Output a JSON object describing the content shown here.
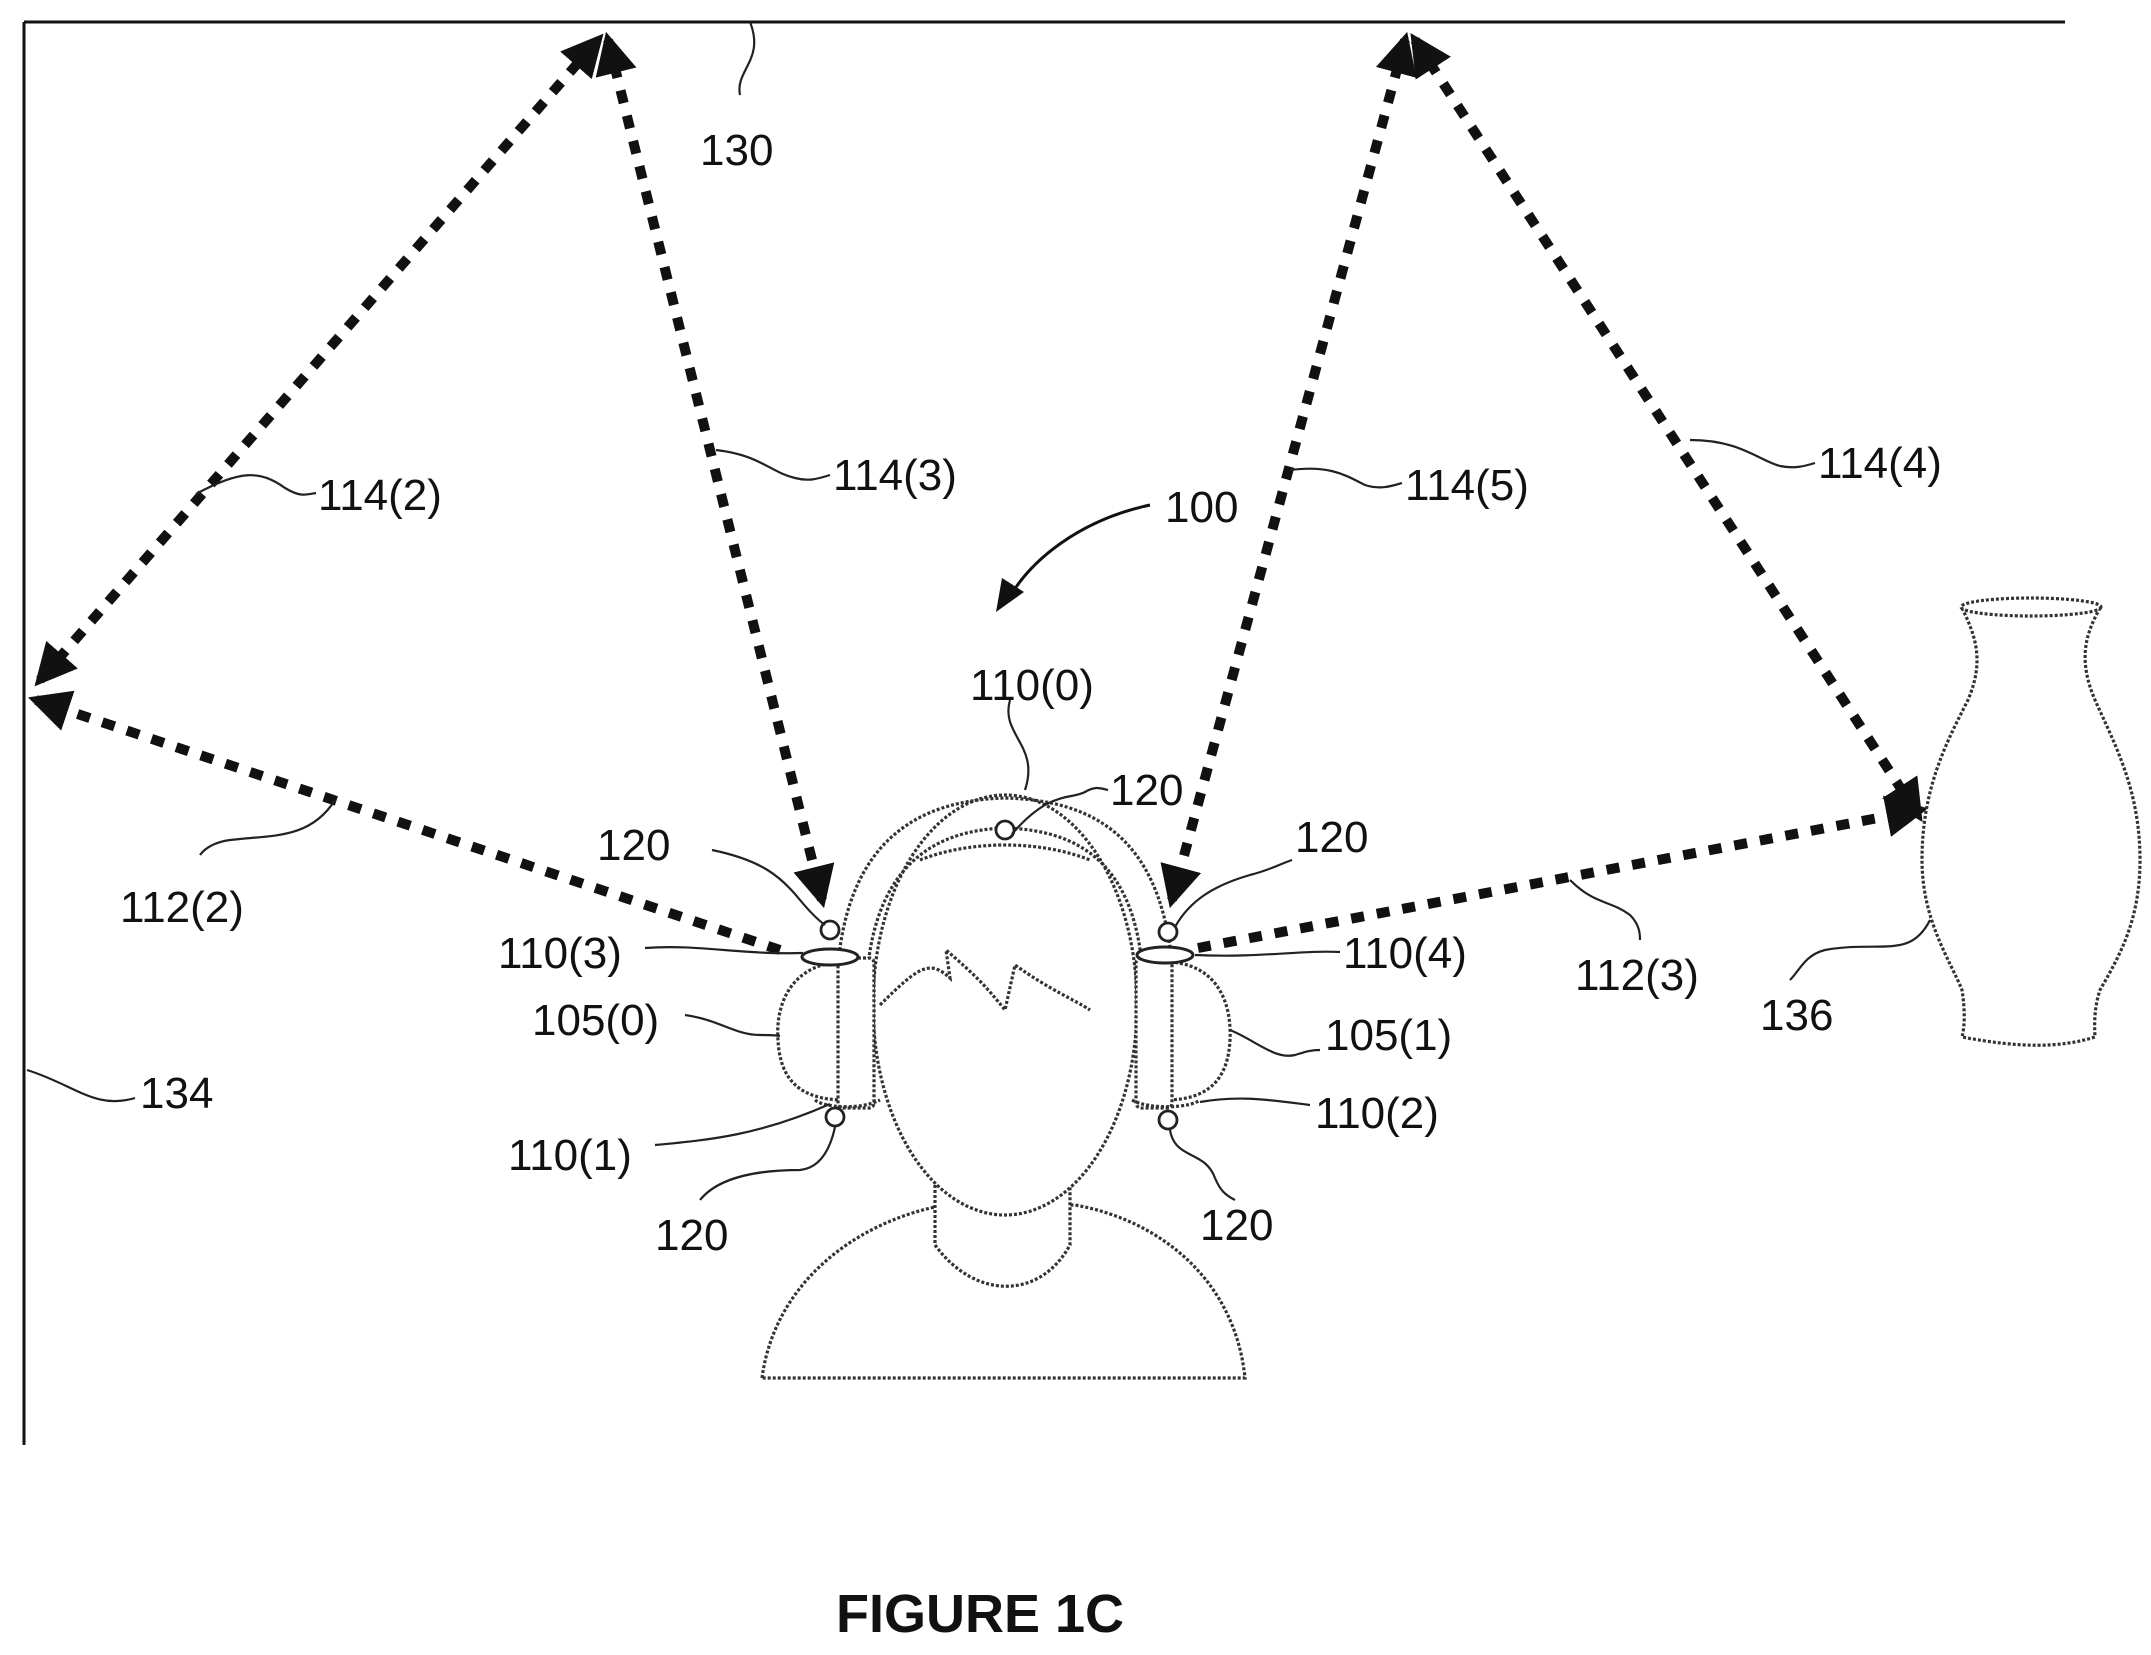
{
  "figure": {
    "caption": "FIGURE 1C",
    "labels": {
      "ceiling": "130",
      "wall": "134",
      "vase": "136",
      "system": "100",
      "ray_114_2": "114(2)",
      "ray_114_3": "114(3)",
      "ray_114_5": "114(5)",
      "ray_114_4": "114(4)",
      "ray_112_2": "112(2)",
      "ray_112_3": "112(3)",
      "sensor_top": "110(0)",
      "sensor_left_top": "110(3)",
      "sensor_right_top": "110(4)",
      "sensor_left_bottom": "110(1)",
      "sensor_right_bottom": "110(2)",
      "earcup_left": "105(0)",
      "earcup_right": "105(1)",
      "mic_top": "120",
      "mic_left_top": "120",
      "mic_right_top": "120",
      "mic_left_bottom": "120",
      "mic_right_bottom": "120"
    }
  }
}
